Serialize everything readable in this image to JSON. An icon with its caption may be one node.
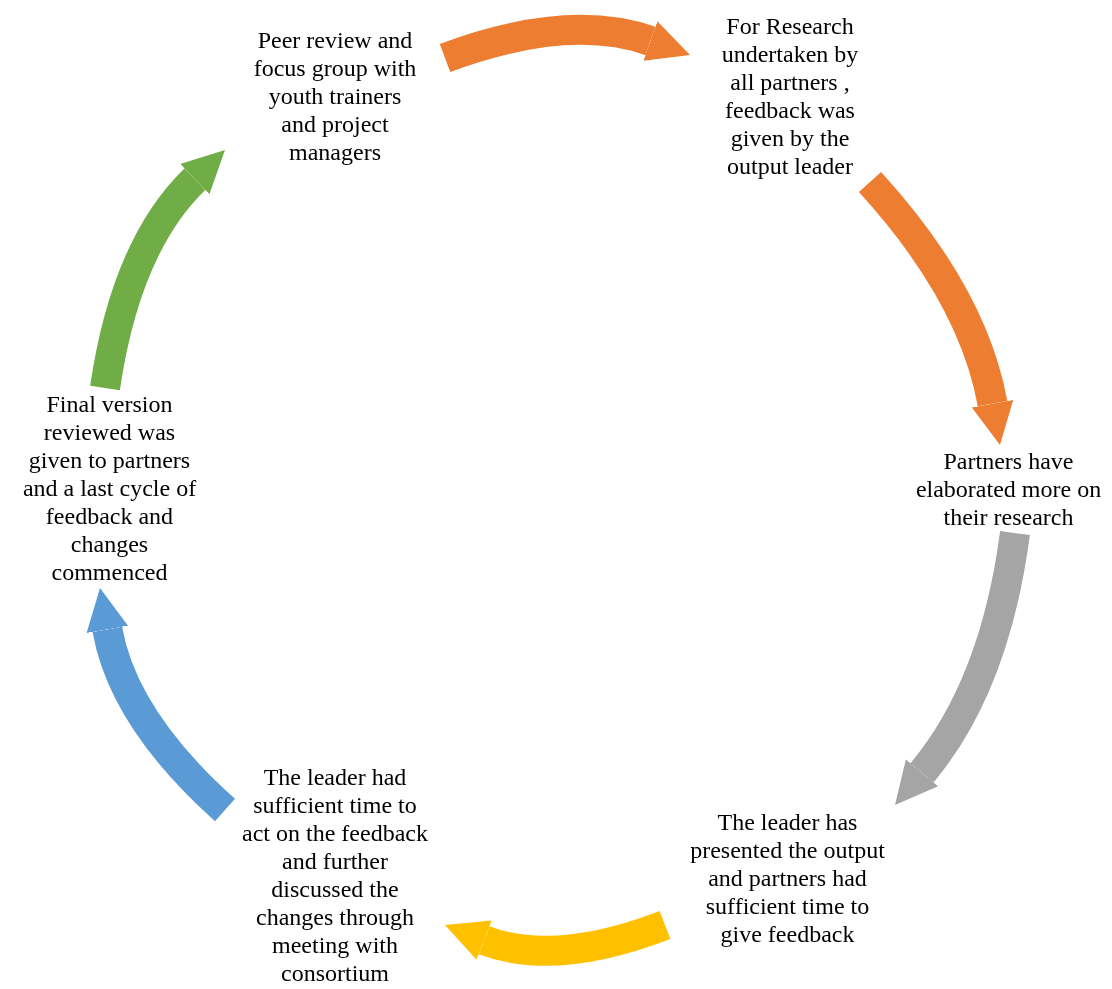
{
  "diagram": {
    "nodes": [
      {
        "text": [
          "Peer review and focus group with youth trainers and project managers"
        ]
      },
      {
        "text": [
          "For  Research undertaken by all partners , feedback was given by the output leader"
        ]
      },
      {
        "text": [
          "Partners have elaborated more on their research"
        ]
      },
      {
        "text": [
          "The leader has presented the output and partners had sufficient time to give feedback"
        ]
      },
      {
        "text": [
          "The leader had sufficient time to act on the feedback and further discussed the changes through meeting with consortium"
        ]
      },
      {
        "text": [
          "Final version reviewed was given to partners and a last cycle of feedback and changes commenced"
        ]
      }
    ],
    "edges": [
      {
        "from": 0,
        "to": 1,
        "arrow": "to",
        "color": "#ed7d31"
      },
      {
        "from": 1,
        "to": 2,
        "arrow": "to",
        "color": "#ed7d31"
      },
      {
        "from": 2,
        "to": 3,
        "arrow": "to",
        "color": "#a5a5a5"
      },
      {
        "from": 3,
        "to": 4,
        "arrow": "to",
        "color": "#ffc000"
      },
      {
        "from": 4,
        "to": 5,
        "arrow": "to",
        "color": "#5b9bd5"
      },
      {
        "from": 5,
        "to": 0,
        "arrow": "to",
        "color": "#70ad47"
      }
    ]
  }
}
